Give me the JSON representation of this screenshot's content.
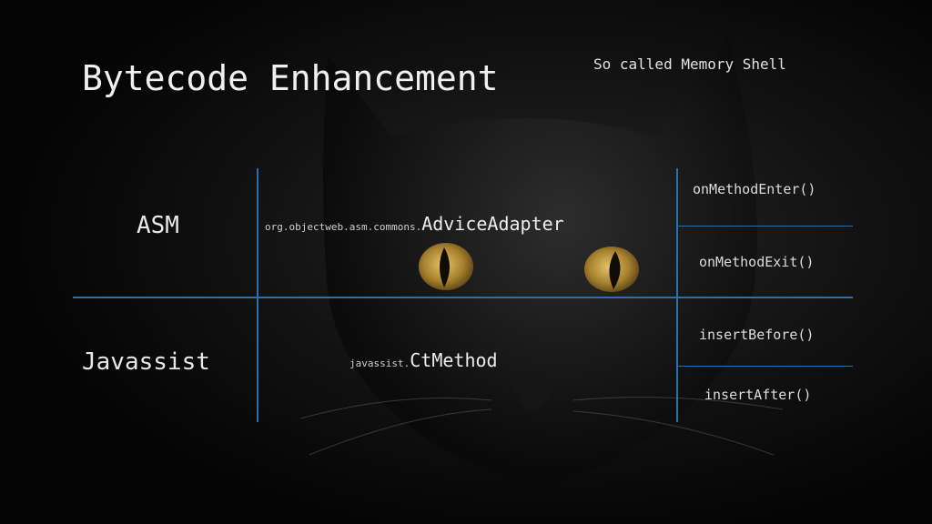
{
  "title": "Bytecode Enhancement",
  "subtitle": "So called Memory Shell",
  "rows": [
    {
      "library": "ASM",
      "package": "org.objectweb.asm.commons.",
      "class_name": "AdviceAdapter",
      "methods": [
        "onMethodEnter()",
        "onMethodExit()"
      ]
    },
    {
      "library": "Javassist",
      "package": "javassist.",
      "class_name": "CtMethod",
      "methods": [
        "insertBefore()",
        "insertAfter()"
      ]
    }
  ],
  "colors": {
    "background": "#050505",
    "grid_line": "#2b6fb3",
    "cat_eye": "#b8943a"
  },
  "background_image": "black-cat-with-golden-eyes"
}
